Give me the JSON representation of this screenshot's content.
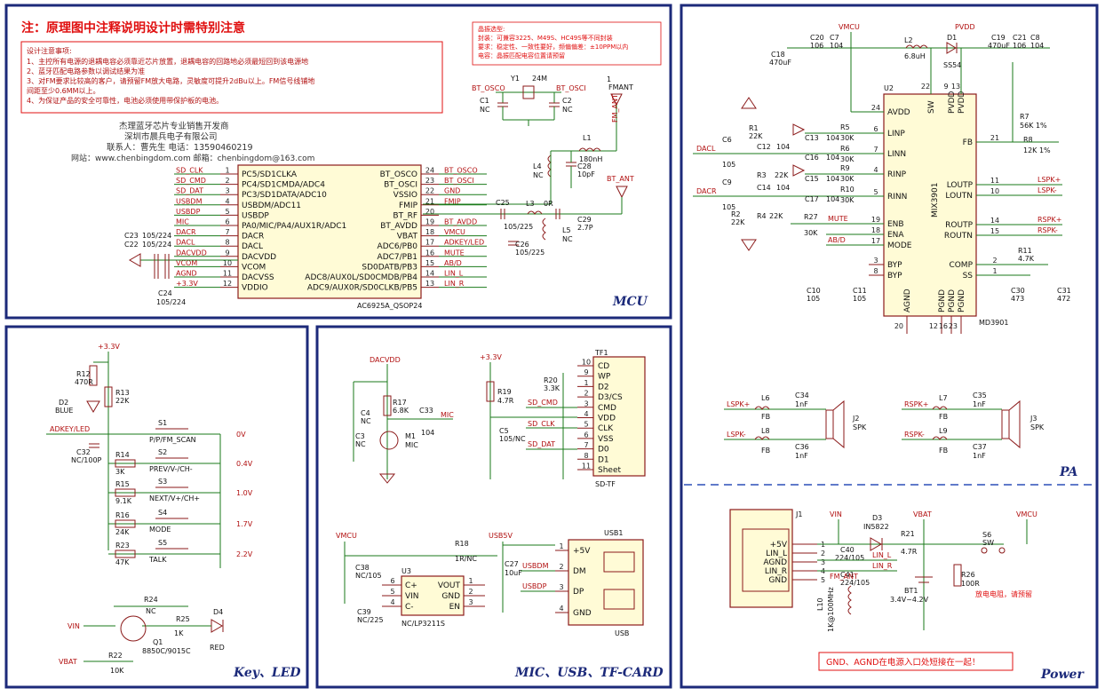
{
  "notice": {
    "heading": "注：原理图中注释说明设计时需特别注意",
    "title": "设计注意事项:",
    "lines": [
      "1、主控所有电源的退耦电容必须靠近芯片放置，退耦电容的回路地必须最短回到该电源地",
      "2、蓝牙匹配电路参数以调试结果为准",
      "3、对FM要求比较高的客户，请预留FM放大电路，灵敏度可提升2dBu以上。FM信号线铺地",
      "   间距至少0.6MM以上。",
      "4、为保证产品的安全可靠性，电池必须使用带保护板的电池。"
    ]
  },
  "crystal_note": [
    "晶振选型:",
    "封装：可兼容3225、M49S、HC49S等不同封装",
    "要求：稳定性、一致性要好，频偏偏差：±10PPM以内",
    "电容：晶振匹配电容位置请预留"
  ],
  "company": {
    "line1": "杰理蓝牙芯片专业销售开发商",
    "line2": "深圳市晨兵电子有限公司",
    "contact": "联系人：曹先生        电话：13590460219",
    "web": "网站：www.chenbingdom.com      邮箱：chenbingdom@163.com"
  },
  "blocks": {
    "mcu": "MCU",
    "pa": "PA",
    "key": "Key、LED",
    "mic": "MIC、USB、TF-CARD",
    "power": "Power"
  },
  "mcu": {
    "ic_name": "AC6925A_QSOP24",
    "left_pins": [
      {
        "num": "1",
        "name": "PC5/SD1CLKA",
        "net": "SD_CLK"
      },
      {
        "num": "2",
        "name": "PC4/SD1CMDA/ADC4",
        "net": "SD_CMD"
      },
      {
        "num": "3",
        "name": "PC3/SD1DATA/ADC10",
        "net": "SD_DAT"
      },
      {
        "num": "4",
        "name": "USBDM/ADC11",
        "net": "USBDM"
      },
      {
        "num": "5",
        "name": "USBDP",
        "net": "USBDP"
      },
      {
        "num": "6",
        "name": "PA0/MIC/PA4/AUX1R/ADC1",
        "net": "MIC"
      },
      {
        "num": "7",
        "name": "DACR",
        "net": "DACR"
      },
      {
        "num": "8",
        "name": "DACL",
        "net": "DACL"
      },
      {
        "num": "9",
        "name": "DACVDD",
        "net": "DACVDD"
      },
      {
        "num": "10",
        "name": "VCOM",
        "net": "VCOM"
      },
      {
        "num": "11",
        "name": "DACVSS",
        "net": "AGND"
      },
      {
        "num": "12",
        "name": "VDDIO",
        "net": "+3.3V"
      }
    ],
    "right_pins": [
      {
        "num": "24",
        "name": "BT_OSCO",
        "net": "BT_OSCO"
      },
      {
        "num": "23",
        "name": "BT_OSCI",
        "net": "BT_OSCI"
      },
      {
        "num": "22",
        "name": "VSSIO",
        "net": "GND"
      },
      {
        "num": "21",
        "name": "FMIP",
        "net": "FMIP"
      },
      {
        "num": "20",
        "name": "BT_RF",
        "net": ""
      },
      {
        "num": "19",
        "name": "BT_AVDD",
        "net": "BT_AVDD"
      },
      {
        "num": "18",
        "name": "VBAT",
        "net": "VMCU"
      },
      {
        "num": "17",
        "name": "ADC6/PB0",
        "net": "ADKEY/LED"
      },
      {
        "num": "16",
        "name": "ADC7/PB1",
        "net": "MUTE"
      },
      {
        "num": "15",
        "name": "SD0DATB/PB3",
        "net": "AB/D"
      },
      {
        "num": "14",
        "name": "ADC8/AUX0L/SD0CMDB/PB4",
        "net": "LIN_L"
      },
      {
        "num": "13",
        "name": "ADC9/AUX0R/SD0CLKB/PB5",
        "net": "LIN_R"
      }
    ],
    "parts": {
      "y1": "Y1",
      "y1v": "24M",
      "c1": "C1",
      "c1v": "NC",
      "c2": "C2",
      "c2v": "NC",
      "bt_osco": "BT_OSCO",
      "bt_osci": "BT_OSCI",
      "fmant_ref": "1",
      "fmant": "FMANT",
      "fm_ant": "FM_ANT",
      "l1": "L1",
      "l1v": "180nH",
      "l4": "L4",
      "l4v": "NC",
      "c28": "C28",
      "c28v": "10pF",
      "bt_ant": "BT_ANT",
      "c25": "C25",
      "c25v": "105/225",
      "l3": "L3",
      "l3v": "0R",
      "c29": "C29",
      "c29v": "2.7P",
      "l5": "L5",
      "l5v": "NC",
      "c26": "C26",
      "c26v": "105/225",
      "c23": "C23",
      "c23v": "105/224",
      "c22": "C22",
      "c22v": "105/224",
      "c24": "C24",
      "c24v": "105/224"
    }
  },
  "pa": {
    "ic_ref": "U2",
    "ic_name": "MIX3901",
    "ic_part": "MD3901",
    "vmcu": "VMCU",
    "pvdd": "PVDD",
    "c18": "C18",
    "c18v": "470uF",
    "c20": "C20",
    "c20v": "106",
    "c7": "C7",
    "c7v": "104",
    "l2": "L2",
    "l2v": "6.8uH",
    "d1": "D1",
    "d1v": "SS54",
    "c19": "C19",
    "c19v": "470uF",
    "c21": "C21",
    "c21v": "106",
    "c8": "C8",
    "c8v": "104",
    "r1": "R1",
    "r1v": "22K",
    "r2": "R2",
    "r2v": "22K",
    "r3": "R3",
    "r3v": "22K",
    "r4": "R4",
    "r4v": "22K",
    "c6": "C6",
    "c6v": "105",
    "c9": "C9",
    "c9v": "105",
    "c12": "C12",
    "c12v": "104",
    "c14": "C14",
    "c14v": "104",
    "c13": "C13",
    "c16": "C16",
    "c15": "C15",
    "c17": "C17",
    "cv104": "104",
    "r5": "R5",
    "r6": "R6",
    "r9": "R9",
    "r10": "R10",
    "rv30k": "30K",
    "r27": "R27",
    "r27v": "30K",
    "mute": "MUTE",
    "abd": "AB/D",
    "r7": "R7",
    "r7v": "56K 1%",
    "r8": "R8",
    "r8v": "12K 1%",
    "r11": "R11",
    "r11v": "4.7K",
    "c10": "C10",
    "c10v": "105",
    "c11": "C11",
    "c11v": "105",
    "c30": "C30",
    "c30v": "473",
    "c31": "C31",
    "c31v": "472",
    "dacl": "DACL",
    "dacr": "DACR",
    "lspk_p": "LSPK+",
    "lspk_n": "LSPK-",
    "rspk_p": "RSPK+",
    "rspk_n": "RSPK-",
    "left_pins": [
      {
        "num": "24",
        "name": "AVDD"
      },
      {
        "num": "6",
        "name": "LINP"
      },
      {
        "num": "7",
        "name": "LINN"
      },
      {
        "num": "4",
        "name": "RINP"
      },
      {
        "num": "5",
        "name": "RINN"
      },
      {
        "num": "19",
        "name": "ENB"
      },
      {
        "num": "18",
        "name": "ENA"
      },
      {
        "num": "17",
        "name": "MODE"
      },
      {
        "num": "3",
        "name": "BYP"
      },
      {
        "num": "8",
        "name": "BYP"
      }
    ],
    "right_pins": [
      {
        "num": "21",
        "name": "FB"
      },
      {
        "num": "11",
        "name": "LOUTP"
      },
      {
        "num": "10",
        "name": "LOUTN"
      },
      {
        "num": "14",
        "name": "ROUTP"
      },
      {
        "num": "15",
        "name": "ROUTN"
      },
      {
        "num": "2",
        "name": "COMP"
      },
      {
        "num": "1",
        "name": "SS"
      }
    ],
    "top_pins": [
      {
        "num": "22",
        "name": "SW"
      },
      {
        "num": "9",
        "name": "PVDD"
      },
      {
        "num": "13",
        "name": "PVDD"
      }
    ],
    "bot_pins": [
      {
        "num": "20",
        "name": "AGND"
      },
      {
        "num": "12",
        "name": "PGND"
      },
      {
        "num": "16",
        "name": "PGND"
      },
      {
        "num": "23",
        "name": "PGND"
      }
    ],
    "l6": "L6",
    "l7": "L7",
    "l8": "L8",
    "l9": "L9",
    "fb": "FB",
    "c34": "C34",
    "c35": "C35",
    "c36": "C36",
    "c37": "C37",
    "cv1nf": "1nF",
    "j2": "J2",
    "j3": "J3",
    "spk": "SPK"
  },
  "key": {
    "v33": "+3.3V",
    "r12": "R12",
    "r12v": "470R",
    "r13": "R13",
    "r13v": "22K",
    "d2": "D2",
    "d2v": "BLUE",
    "adkey": "ADKEY/LED",
    "c32": "C32",
    "c32v": "NC/100P",
    "rows": [
      {
        "sw": "S1",
        "sw_label": "P/P/FM_SCAN",
        "r": "",
        "rv": "",
        "v": "0V"
      },
      {
        "sw": "S2",
        "sw_label": "PREV/V-/CH-",
        "r": "R14",
        "rv": "3K",
        "v": "0.4V"
      },
      {
        "sw": "S3",
        "sw_label": "NEXT/V+/CH+",
        "r": "R15",
        "rv": "9.1K",
        "v": "1.0V"
      },
      {
        "sw": "S4",
        "sw_label": "MODE",
        "r": "R16",
        "rv": "24K",
        "v": "1.7V"
      },
      {
        "sw": "S5",
        "sw_label": "TALK",
        "r": "R23",
        "rv": "47K",
        "v": "2.2V"
      }
    ],
    "r24": "R24",
    "r24v": "NC",
    "r25": "R25",
    "r25v": "1K",
    "d4": "D4",
    "d4v": "RED",
    "vin": "VIN",
    "vbat": "VBAT",
    "r22": "R22",
    "r22v": "10K",
    "q1": "Q1",
    "q1v": "8850C/9015C"
  },
  "mic": {
    "dacvdd": "DACVDD",
    "r17": "R17",
    "r17v": "6.8K",
    "c33": "C33",
    "c33v": "104",
    "mic": "MIC",
    "c4": "C4",
    "c4v": "NC",
    "c3": "C3",
    "c3v": "NC",
    "m1": "M1",
    "m1v": "MIC",
    "v33": "+3.3V",
    "r19": "R19",
    "r19v": "4.7R",
    "c5": "C5",
    "c5v": "105/NC",
    "r20": "R20",
    "r20v": "3.3K",
    "sd_cmd": "SD_CMD",
    "sd_clk": "SD_CLK",
    "sd_dat": "SD_DAT",
    "tf_ref": "TF1",
    "tf_name": "SD-TF",
    "tf_pins": [
      {
        "num": "10",
        "name": "CD"
      },
      {
        "num": "9",
        "name": "WP"
      },
      {
        "num": "1",
        "name": "D2"
      },
      {
        "num": "2",
        "name": "D3/CS"
      },
      {
        "num": "3",
        "name": "CMD"
      },
      {
        "num": "4",
        "name": "VDD"
      },
      {
        "num": "5",
        "name": "CLK"
      },
      {
        "num": "6",
        "name": "VSS"
      },
      {
        "num": "7",
        "name": "D0"
      },
      {
        "num": "8",
        "name": "D1"
      },
      {
        "num": "11",
        "name": "Sheet"
      }
    ],
    "vmcu": "VMCU",
    "r18": "R18",
    "r18v": "1R/NC",
    "usb5v": "USB5V",
    "c38": "C38",
    "c38v": "NC/105",
    "c39": "C39",
    "c39v": "NC/225",
    "c27": "C27",
    "c27v": "10uF",
    "u3": "U3",
    "u3v": "NC/LP3211S",
    "u3_left": [
      {
        "num": "6",
        "name": "C+"
      },
      {
        "num": "5",
        "name": "VIN"
      },
      {
        "num": "4",
        "name": "C-"
      }
    ],
    "u3_right": [
      {
        "num": "1",
        "name": "VOUT"
      },
      {
        "num": "2",
        "name": "GND"
      },
      {
        "num": "3",
        "name": "EN"
      }
    ],
    "usbdm": "USBDM",
    "usbdp": "USBDP",
    "usb_ref": "USB1",
    "usb_name": "USB",
    "usb_pins": [
      {
        "num": "1",
        "name": "+5V"
      },
      {
        "num": "2",
        "name": "DM"
      },
      {
        "num": "3",
        "name": "DP"
      },
      {
        "num": "4",
        "name": "GND"
      }
    ]
  },
  "power": {
    "j1": "J1",
    "j1_pins": [
      {
        "num": "1",
        "name": "+5V"
      },
      {
        "num": "2",
        "name": "LIN_L"
      },
      {
        "num": "3",
        "name": "AGND"
      },
      {
        "num": "4",
        "name": "LIN_R"
      },
      {
        "num": "5",
        "name": "GND"
      }
    ],
    "vin": "VIN",
    "d3": "D3",
    "d3v": "IN5822",
    "vbat": "VBAT",
    "r21": "R21",
    "r21v": "4.7R",
    "s6": "S6",
    "s6v": "SW",
    "vmcu": "VMCU",
    "c40": "C40",
    "c40v": "224/105",
    "c41": "C41",
    "c41v": "224/105",
    "lin_l": "LIN_L",
    "lin_r": "LIN_R",
    "fm_ant": "FM_ANT",
    "l10": "L10",
    "l10v": "1K@100MHz",
    "bt1": "BT1",
    "bt1v": "3.4V~4.2V",
    "r26": "R26",
    "r26v": "100R",
    "discharge": "放电电阻，请预留",
    "gnd_note": "GND、AGND在电源入口处短接在一起！"
  }
}
